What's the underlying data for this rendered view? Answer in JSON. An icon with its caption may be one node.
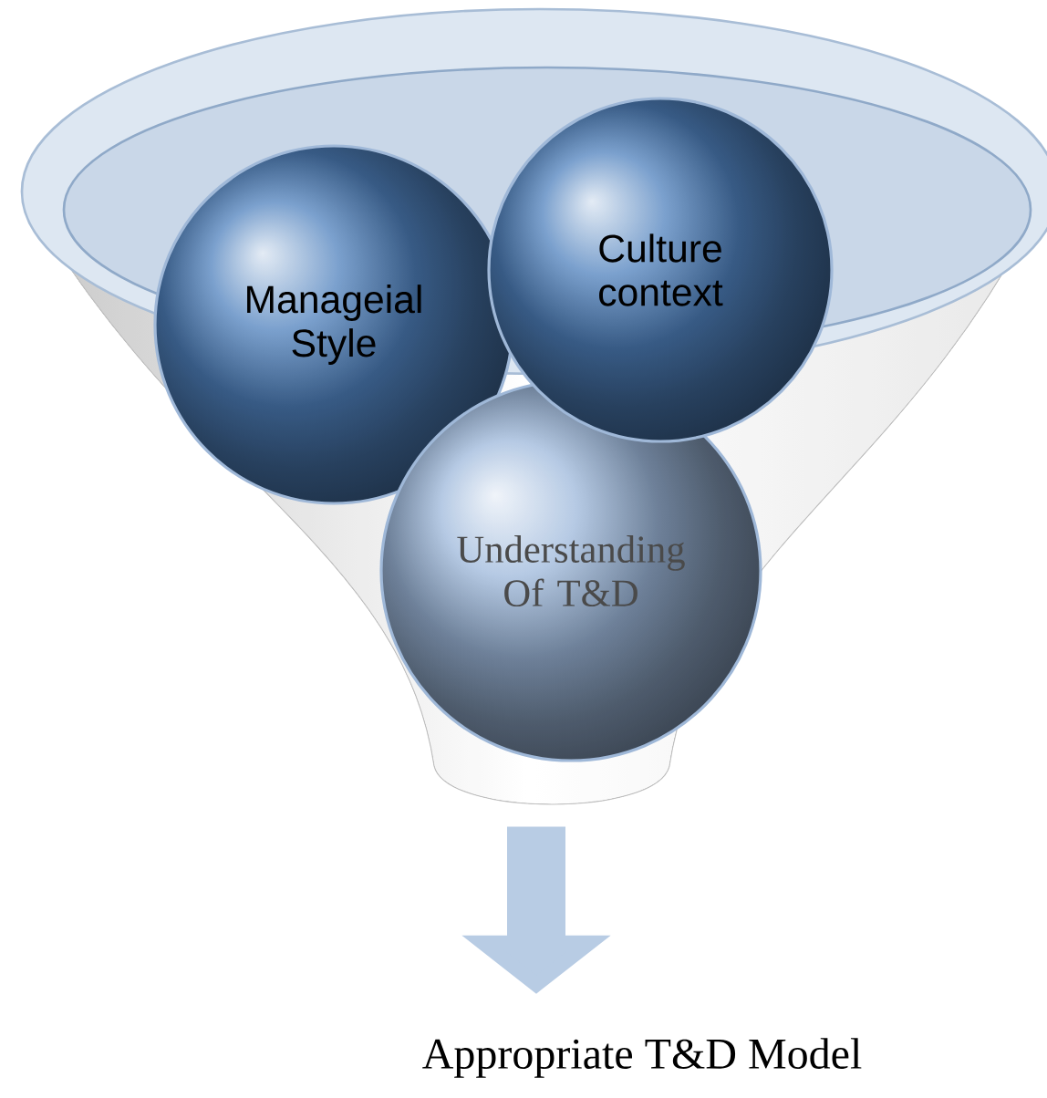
{
  "diagram": {
    "nodes": [
      {
        "text": [],
        "shape": "funnel"
      },
      {
        "text": [
          "Manageial Style"
        ],
        "in": 0
      },
      {
        "text": [
          "Culture context"
        ]
      },
      {
        "text": [
          "Understanding Of T&D"
        ],
        "in": 0
      },
      {
        "text": [
          "Appropriate T&D Model"
        ]
      }
    ],
    "edges": [
      {
        "from": 0,
        "to": 4,
        "arrow": "to",
        "color": "#b8cce4"
      }
    ]
  }
}
